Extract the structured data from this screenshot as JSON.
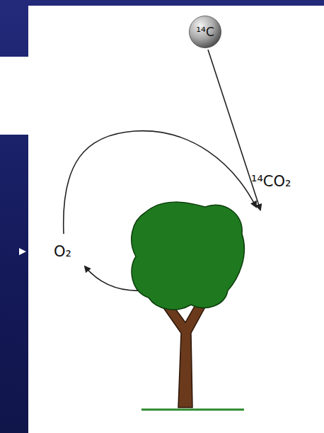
{
  "diagram": {
    "nodes": [
      {
        "text": [
          "¹⁴C"
        ]
      }
    ],
    "labels": [
      "¹⁴CO₂",
      "O₂"
    ]
  }
}
